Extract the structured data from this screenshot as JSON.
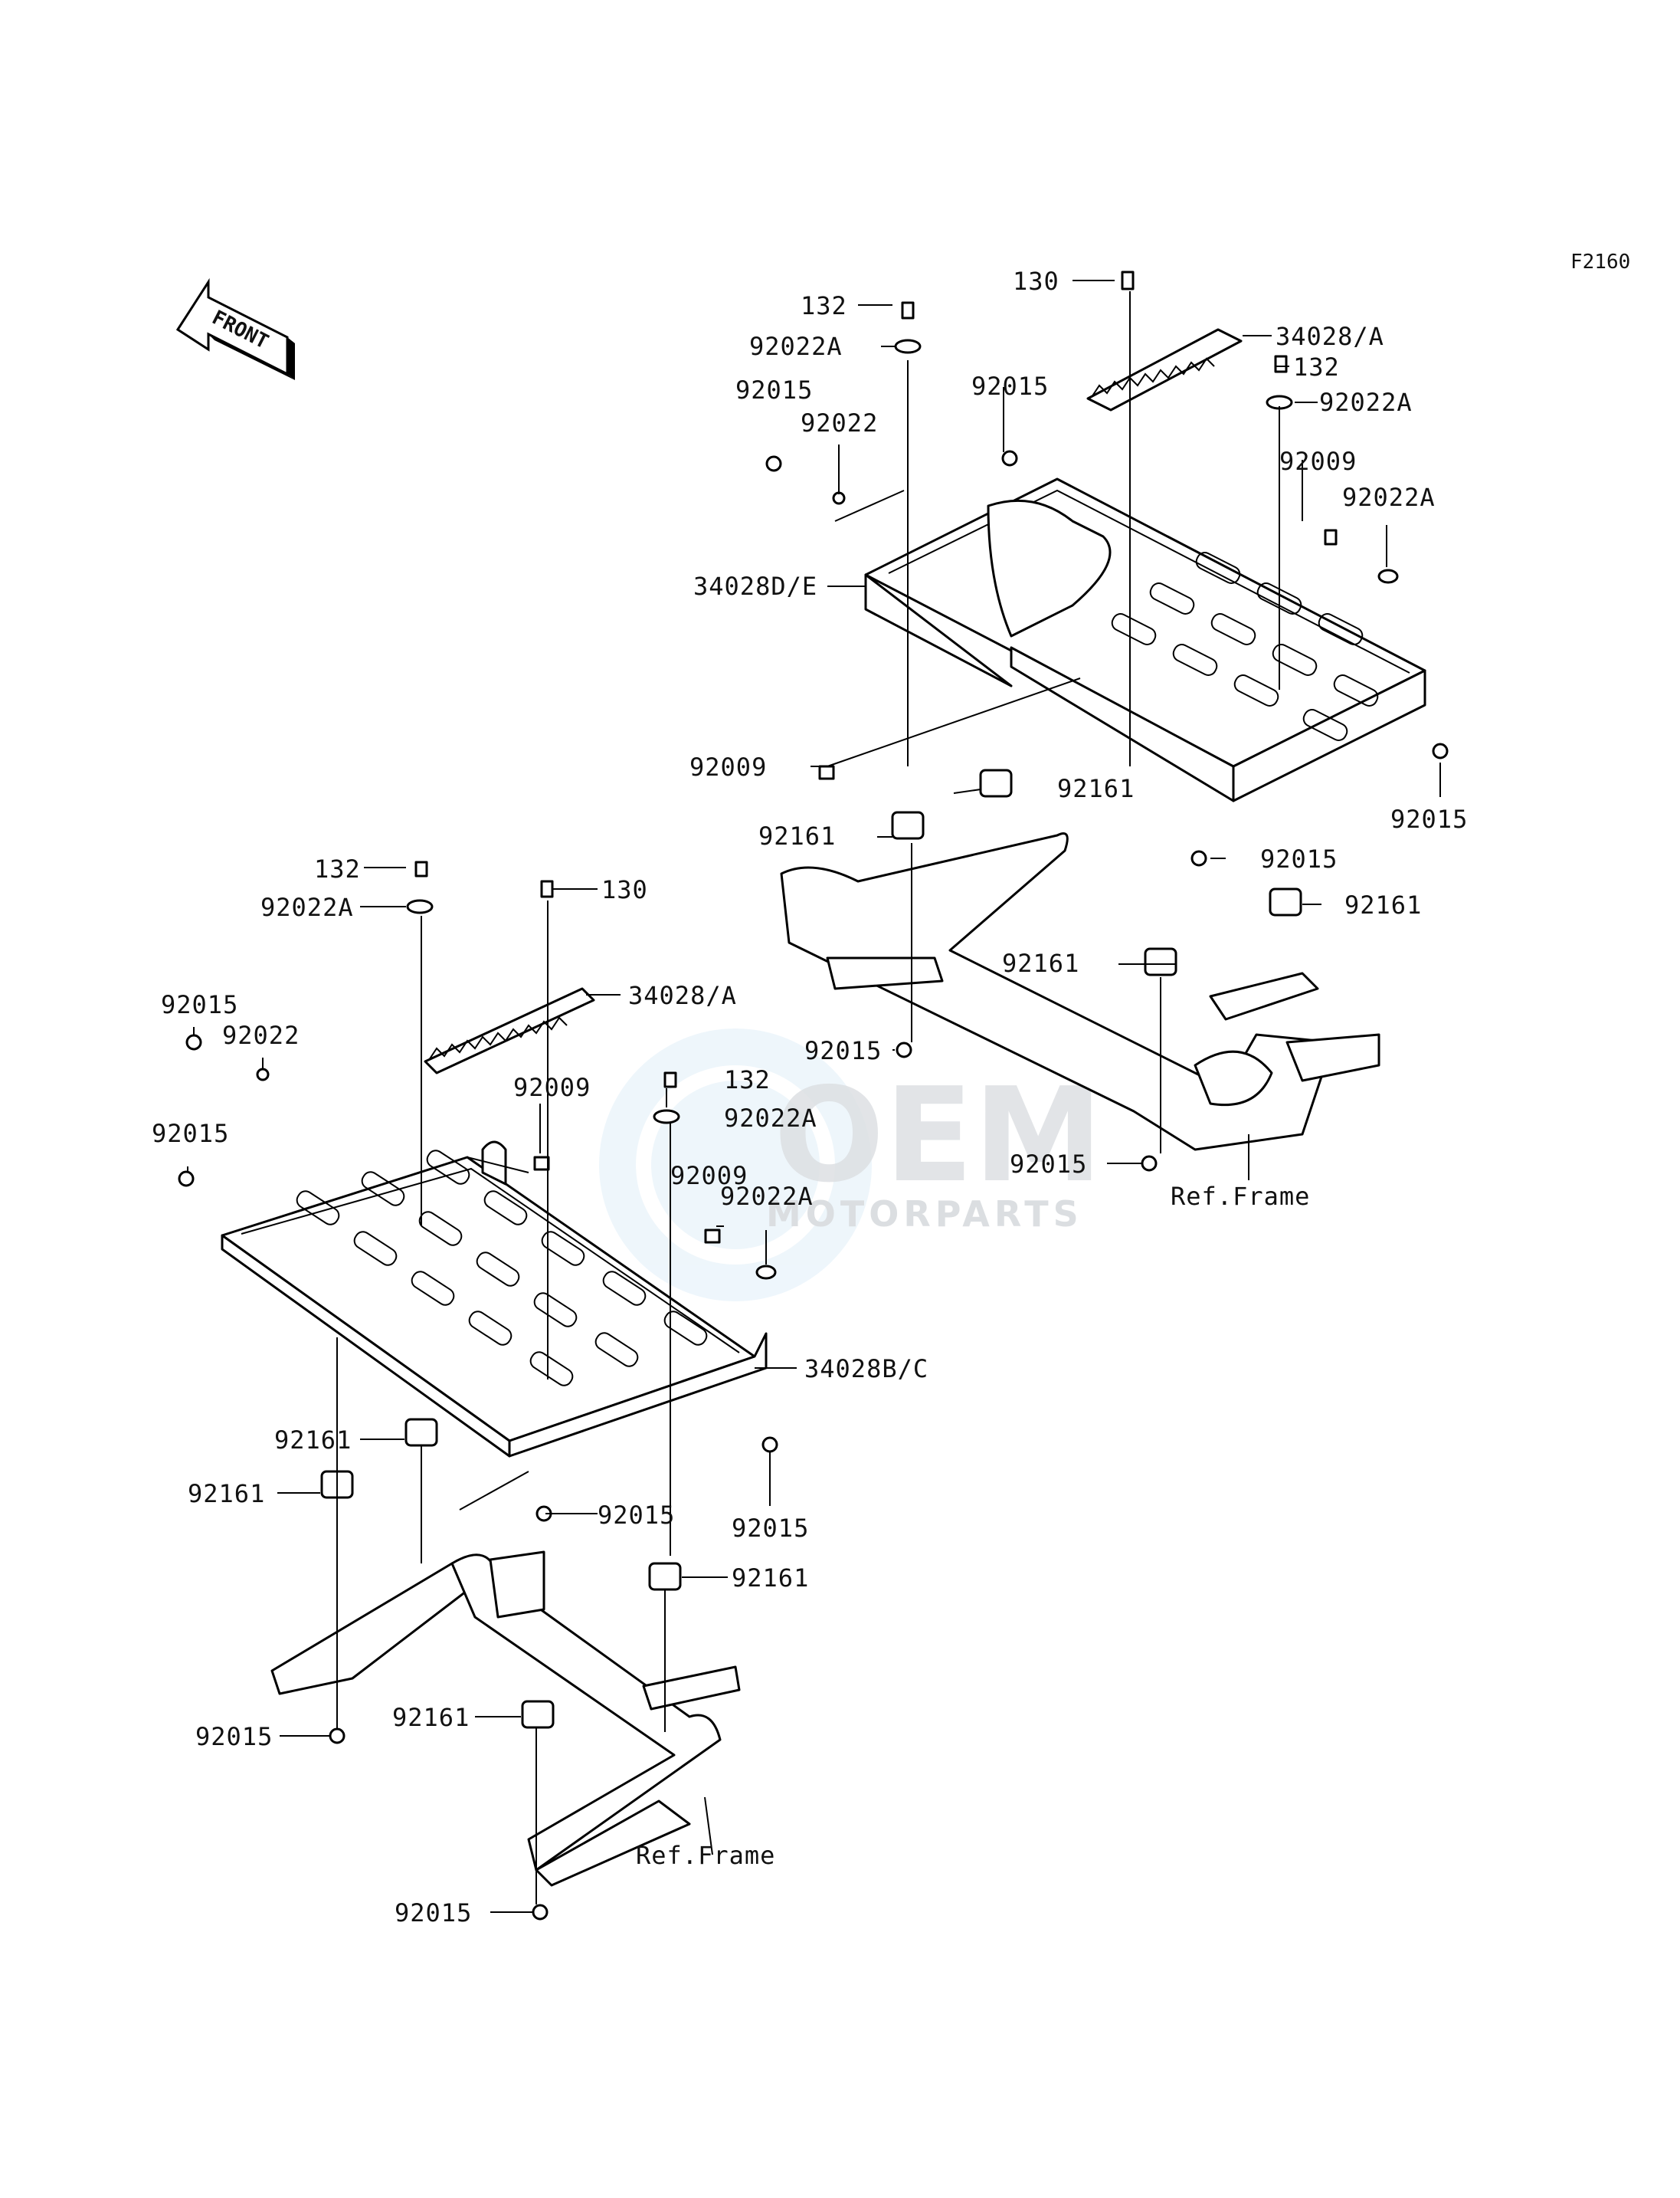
{
  "figure_code": "F2160",
  "front_arrow": {
    "text": "FRONT",
    "icon": "front-direction-arrow-icon"
  },
  "watermark": {
    "brand": "OEM",
    "tagline": "MOTORPARTS"
  },
  "labels": {
    "r_132_top": "132",
    "r_92022A_top": "92022A",
    "r_92015_left": "92015",
    "r_92022_left": "92022",
    "r_130": "130",
    "r_34028A": "34028/A",
    "r_132_right": "132",
    "r_92022A_right": "92022A",
    "r_92015_upper": "92015",
    "r_92009_right": "92009",
    "r_92022A_far": "92022A",
    "r_34028DE": "34028D/E",
    "r_92009_left": "92009",
    "r_92161_mid": "92161",
    "r_92161_left": "92161",
    "r_92015_far": "92015",
    "r_92015_lower": "92015",
    "r_92161_right": "92161",
    "r_92161_center": "92161",
    "r_92015_center": "92015",
    "r_92015_frame": "92015",
    "r_ref_frame": "Ref.Frame",
    "l_132": "132",
    "l_130": "130",
    "l_92022A": "92022A",
    "l_34028A": "34028/A",
    "l_92015_a": "92015",
    "l_92022": "92022",
    "l_92015_b": "92015",
    "l_92009_a": "92009",
    "l_132_mid": "132",
    "l_92022A_mid": "92022A",
    "l_92009_b": "92009",
    "l_92022A_b": "92022A",
    "l_34028BC": "34028B/C",
    "l_92161_a": "92161",
    "l_92161_b": "92161",
    "l_92015_c": "92015",
    "l_92015_d": "92015",
    "l_92161_c": "92161",
    "l_92015_e": "92015",
    "l_92161_d": "92161",
    "l_ref_frame": "Ref.Frame",
    "l_92015_f": "92015"
  }
}
